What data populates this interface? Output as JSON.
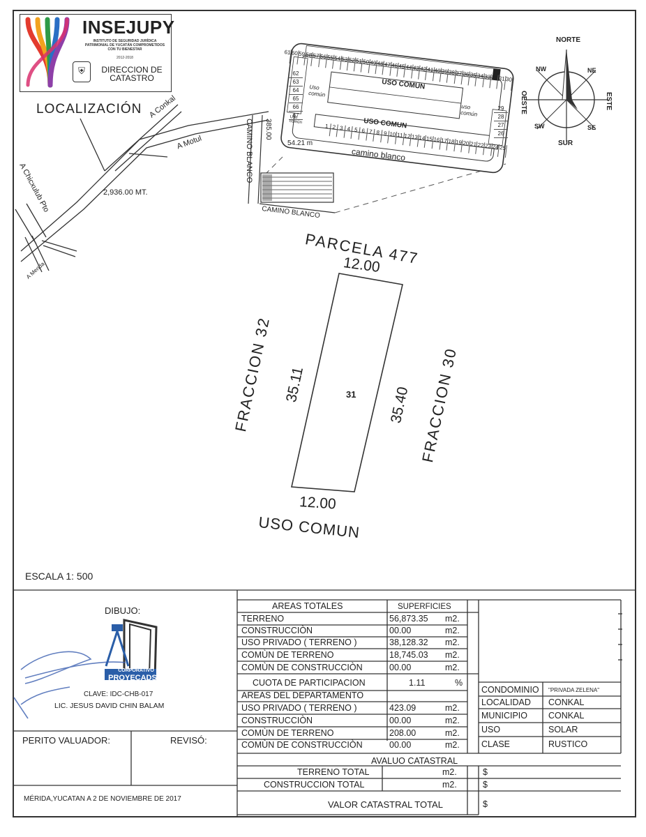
{
  "header": {
    "brand": "INSEJUPY",
    "brand_subtitle": "INSTITUTO DE SEGURIDAD JURÍDICA PATRIMONIAL DE YUCATÁN COMPROMETIDOS CON TU BIENESTAR",
    "brand_years": "2012-2018",
    "department_line1": "DIRECCION DE",
    "department_line2": "CATASTRO"
  },
  "location_map": {
    "title": "LOCALIZACIÓN",
    "road_conkal": "A Conkal",
    "road_motul": "A Motul",
    "road_chicxulub": "A Chicxulub Pto",
    "road_merida": "A Merida",
    "distance": "2,936.00 MT.",
    "camino_blanco_vertical": "CAMINO BLANCO",
    "camino_blanco_lower": "CAMINO BLANCO",
    "camino_blanco_side": "camino blanco",
    "dim_385": "385.00",
    "dim_5421": "54.21 m",
    "uso_comun_top": "USO COMUN",
    "uso_comun_mid": "USO COMUN",
    "uso_comun_left": "Uso común",
    "uso_comun_right": "uso común",
    "uso_comun_small": "Uso común",
    "lot_numbers_top": [
      "61",
      "60",
      "59",
      "58",
      "57",
      "56",
      "55",
      "54",
      "53",
      "52",
      "51",
      "50",
      "49",
      "48",
      "47",
      "46",
      "45",
      "44",
      "43",
      "42",
      "41",
      "40",
      "39",
      "38",
      "37",
      "36",
      "35",
      "34",
      "33",
      "32",
      "31",
      "30"
    ],
    "lot_numbers_left": [
      "62",
      "63",
      "64",
      "65",
      "66",
      "67"
    ],
    "lot_numbers_right": [
      "29",
      "28",
      "27",
      "26"
    ],
    "lot_numbers_bottom": [
      "1",
      "2",
      "3",
      "4",
      "5",
      "6",
      "7",
      "8",
      "9",
      "10",
      "11",
      "12",
      "13",
      "14",
      "15",
      "16",
      "17",
      "18",
      "19",
      "20",
      "21",
      "22",
      "23",
      "24",
      "25"
    ]
  },
  "compass": {
    "north": "NORTE",
    "south": "SUR",
    "east": "ESTE",
    "west": "OESTE",
    "ne": "NE",
    "nw": "NW",
    "se": "SE",
    "sw": "SW"
  },
  "parcel": {
    "top_neighbor": "PARCELA 477",
    "bottom_neighbor": "USO COMUN",
    "left_neighbor": "FRACCION 32",
    "right_neighbor": "FRACCION 30",
    "top_side": "12.00",
    "bottom_side": "12.00",
    "left_side": "35.11",
    "right_side": "35.40",
    "lot_number": "31"
  },
  "scale": "ESCALA 1: 500",
  "drawing": {
    "label": "DIBUJO:",
    "company_line1": "CORPORATIVO",
    "company_line2": "PROYECADS",
    "clave": "CLAVE: IDC-CHB-017",
    "drafter": "LIC. JESUS DAVID CHIN BALAM"
  },
  "signatures": {
    "perito": "PERITO VALUADOR:",
    "reviso": "REVISÓ:"
  },
  "footer_place_date": "MÉRIDA,YUCATAN A 2 DE NOVIEMBRE DE 2017",
  "areas_table": {
    "header_left": "AREAS TOTALES",
    "header_right": "SUPERFICIES",
    "rows": [
      {
        "label": "TERRENO",
        "value": "56,873.35",
        "unit": "m2."
      },
      {
        "label": "CONSTRUCCIÒN",
        "value": "00.00",
        "unit": "m2."
      },
      {
        "label": "USO PRIVADO ( TERRENO )",
        "value": "38,128.32",
        "unit": "m2."
      },
      {
        "label": "COMÙN DE TERRENO",
        "value": "18,745.03",
        "unit": "m2."
      },
      {
        "label": "COMÙN DE CONSTRUCCIÒN",
        "value": "00.00",
        "unit": "m2."
      }
    ],
    "cuota_label": "CUOTA DE PARTICIPACION",
    "cuota_value": "1.11",
    "cuota_unit": "%",
    "dept_header": "AREAS DEL DEPARTAMENTO",
    "dept_rows": [
      {
        "label": "USO PRIVADO ( TERRENO )",
        "value": "423.09",
        "unit": "m2."
      },
      {
        "label": "CONSTRUCCIÒN",
        "value": "00.00",
        "unit": "m2."
      },
      {
        "label": "COMÙN DE TERRENO",
        "value": "208.00",
        "unit": "m2."
      },
      {
        "label": "COMÙN DE CONSTRUCCIÒN",
        "value": "00.00",
        "unit": "m2."
      }
    ]
  },
  "property_info": [
    {
      "label": "CONDOMINIO",
      "value": "\"PRIVADA ZELENA\""
    },
    {
      "label": "LOCALIDAD",
      "value": "CONKAL"
    },
    {
      "label": "MUNICIPIO",
      "value": "CONKAL"
    },
    {
      "label": "USO",
      "value": "SOLAR"
    },
    {
      "label": "CLASE",
      "value": "RUSTICO"
    }
  ],
  "avaluo": {
    "title": "AVALUO CATASTRAL",
    "terreno_total": "TERRENO TOTAL",
    "construccion_total": "CONSTRUCCION TOTAL",
    "valor_total": "VALOR CATASTRAL TOTAL",
    "unit": "m2.",
    "currency": "$"
  }
}
